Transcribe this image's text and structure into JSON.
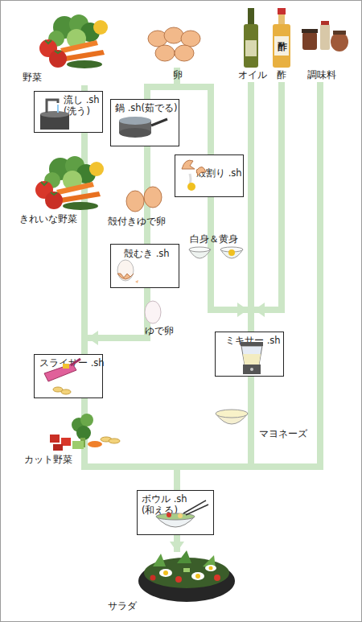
{
  "diagram": {
    "nodes": [
      {
        "text": [
          "野菜"
        ]
      },
      {
        "text": [
          "卵"
        ]
      },
      {
        "text": [
          "オイル"
        ]
      },
      {
        "text": [
          "酢"
        ]
      },
      {
        "text": [
          "調味料"
        ]
      },
      {
        "text": [
          "流し .sh (洗う)"
        ]
      },
      {
        "text": [
          "鍋 .sh(茹でる)"
        ]
      },
      {
        "text": [
          "殻割り .sh"
        ]
      },
      {
        "text": [
          "きれいな野菜"
        ]
      },
      {
        "text": [
          "殻付きゆで卵"
        ]
      },
      {
        "text": [
          "白身＆黄身"
        ]
      },
      {
        "text": [
          "殻むき .sh"
        ]
      },
      {
        "text": [
          "ゆで卵"
        ]
      },
      {
        "text": [
          "ミキサー .sh"
        ]
      },
      {
        "text": [
          "スライサー .sh"
        ]
      },
      {
        "text": [
          "マヨネーズ"
        ]
      },
      {
        "text": [
          "カット野菜"
        ]
      },
      {
        "text": [
          "ボウル .sh (和える)"
        ]
      },
      {
        "text": [
          "サラダ"
        ]
      }
    ],
    "edges": [
      {
        "from": 0,
        "to": 5,
        "arrow": "none"
      },
      {
        "from": 5,
        "to": 8,
        "arrow": "none"
      },
      {
        "from": 8,
        "to": 14,
        "arrow": "none"
      },
      {
        "from": 1,
        "to": 6,
        "arrow": "none"
      },
      {
        "from": 6,
        "to": 9,
        "arrow": "none"
      },
      {
        "from": 9,
        "to": 11,
        "arrow": "none"
      },
      {
        "from": 11,
        "to": 12,
        "arrow": "none"
      },
      {
        "from": 12,
        "to": 14,
        "arrow": "to"
      },
      {
        "from": 1,
        "to": 7,
        "arrow": "none"
      },
      {
        "from": 7,
        "to": 10,
        "arrow": "none"
      },
      {
        "from": 10,
        "to": 13,
        "arrow": "to"
      },
      {
        "from": 2,
        "to": 13,
        "arrow": "none"
      },
      {
        "from": 3,
        "to": 13,
        "arrow": "to"
      },
      {
        "from": 13,
        "to": 15,
        "arrow": "none"
      },
      {
        "from": 14,
        "to": 16,
        "arrow": "none"
      },
      {
        "from": 16,
        "to": 17,
        "arrow": "none"
      },
      {
        "from": 15,
        "to": 17,
        "arrow": "none"
      },
      {
        "from": 4,
        "to": 17,
        "arrow": "none"
      },
      {
        "from": 17,
        "to": 18,
        "arrow": "to"
      }
    ],
    "labels": [
      "酢"
    ]
  }
}
